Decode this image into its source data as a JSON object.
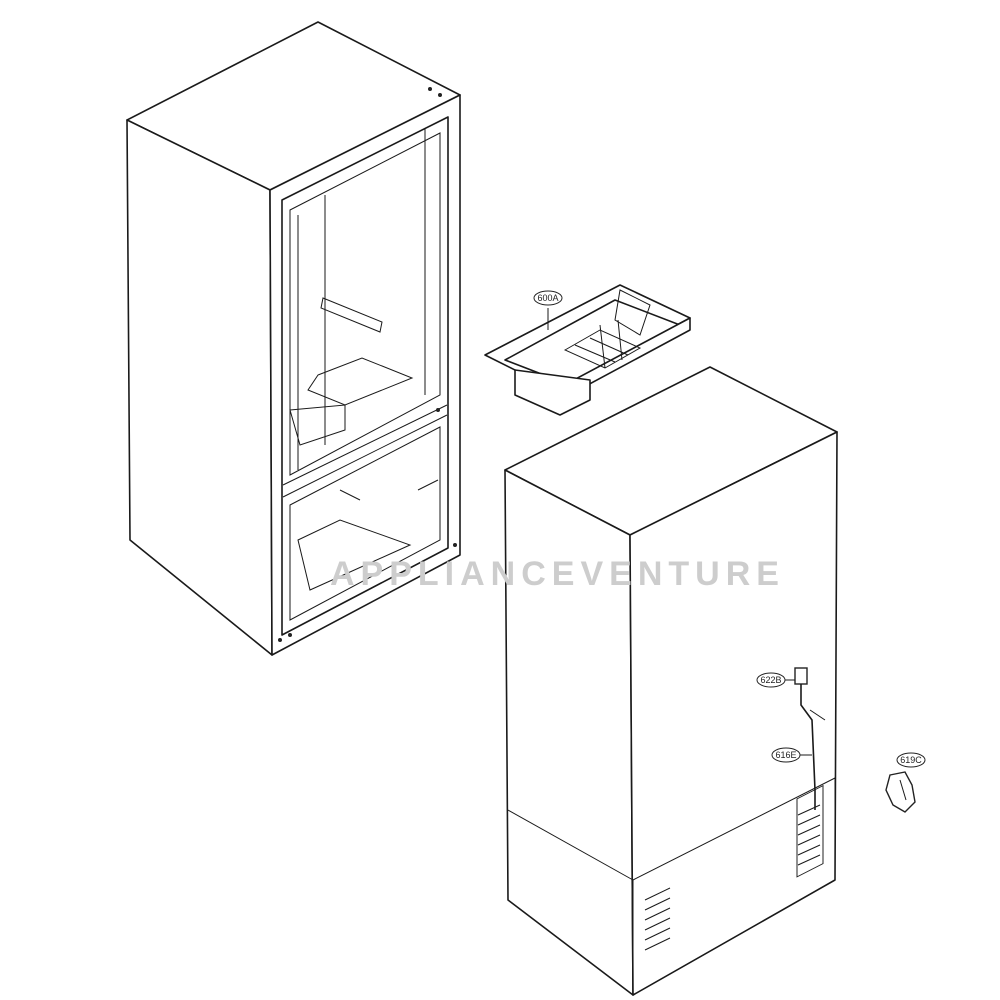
{
  "diagram": {
    "watermark": "APPLIANCEVENTURE",
    "parts": [
      {
        "id": "600A",
        "label": "600A"
      },
      {
        "id": "622B",
        "label": "622B"
      },
      {
        "id": "616E",
        "label": "616E"
      },
      {
        "id": "619C",
        "label": "619C"
      }
    ]
  }
}
